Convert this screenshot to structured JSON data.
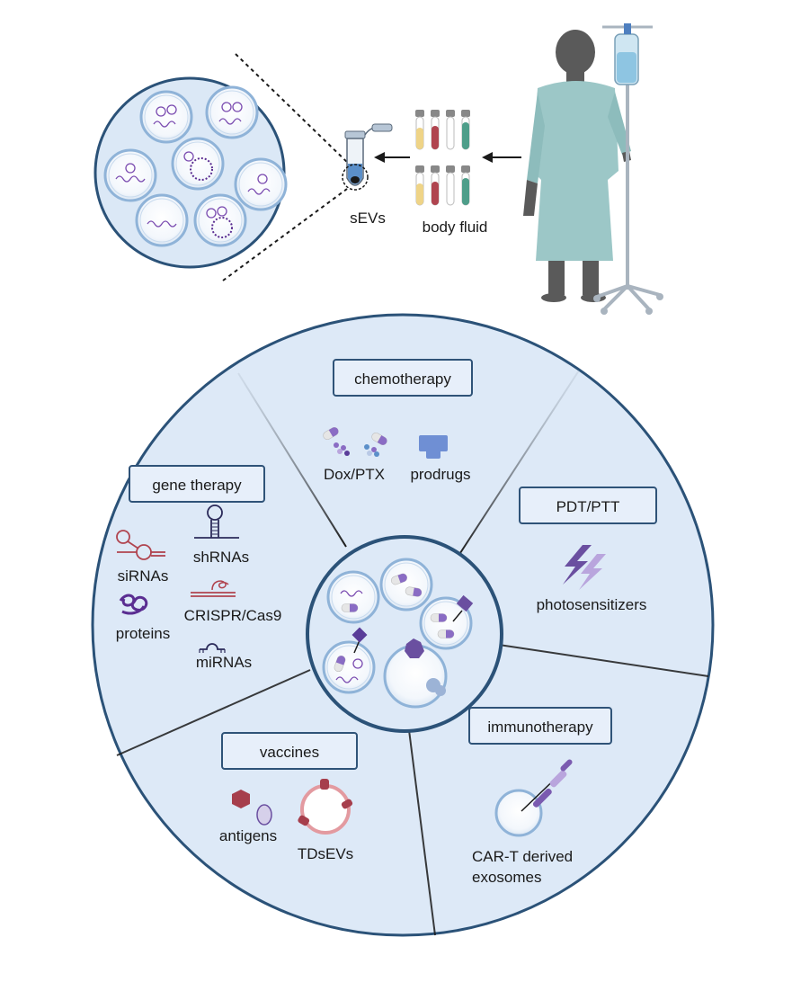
{
  "top": {
    "sevs_label": "sEVs",
    "body_fluid_label": "body fluid"
  },
  "categories": {
    "chemotherapy": {
      "title": "chemotherapy",
      "items": [
        "Dox/PTX",
        "prodrugs"
      ]
    },
    "pdt_ptt": {
      "title": "PDT/PTT",
      "items": [
        "photosensitizers"
      ]
    },
    "immunotherapy": {
      "title": "immunotherapy",
      "items": [
        "CAR-T derived",
        "exosomes"
      ]
    },
    "vaccines": {
      "title": "vaccines",
      "items": [
        "antigens",
        "TDsEVs"
      ]
    },
    "gene_therapy": {
      "title": "gene therapy",
      "items": [
        "siRNAs",
        "shRNAs",
        "proteins",
        "CRISPR/Cas9",
        "miRNAs"
      ]
    }
  },
  "colors": {
    "circle_fill": "#dde9f7",
    "circle_stroke": "#2b5278",
    "vesicle_stroke": "#8fb3d8",
    "purple": "#7b5bb0",
    "dark_purple": "#5a2d91",
    "red": "#b0444f",
    "gown": "#9cc7c7",
    "skin": "#5a5a5a"
  }
}
